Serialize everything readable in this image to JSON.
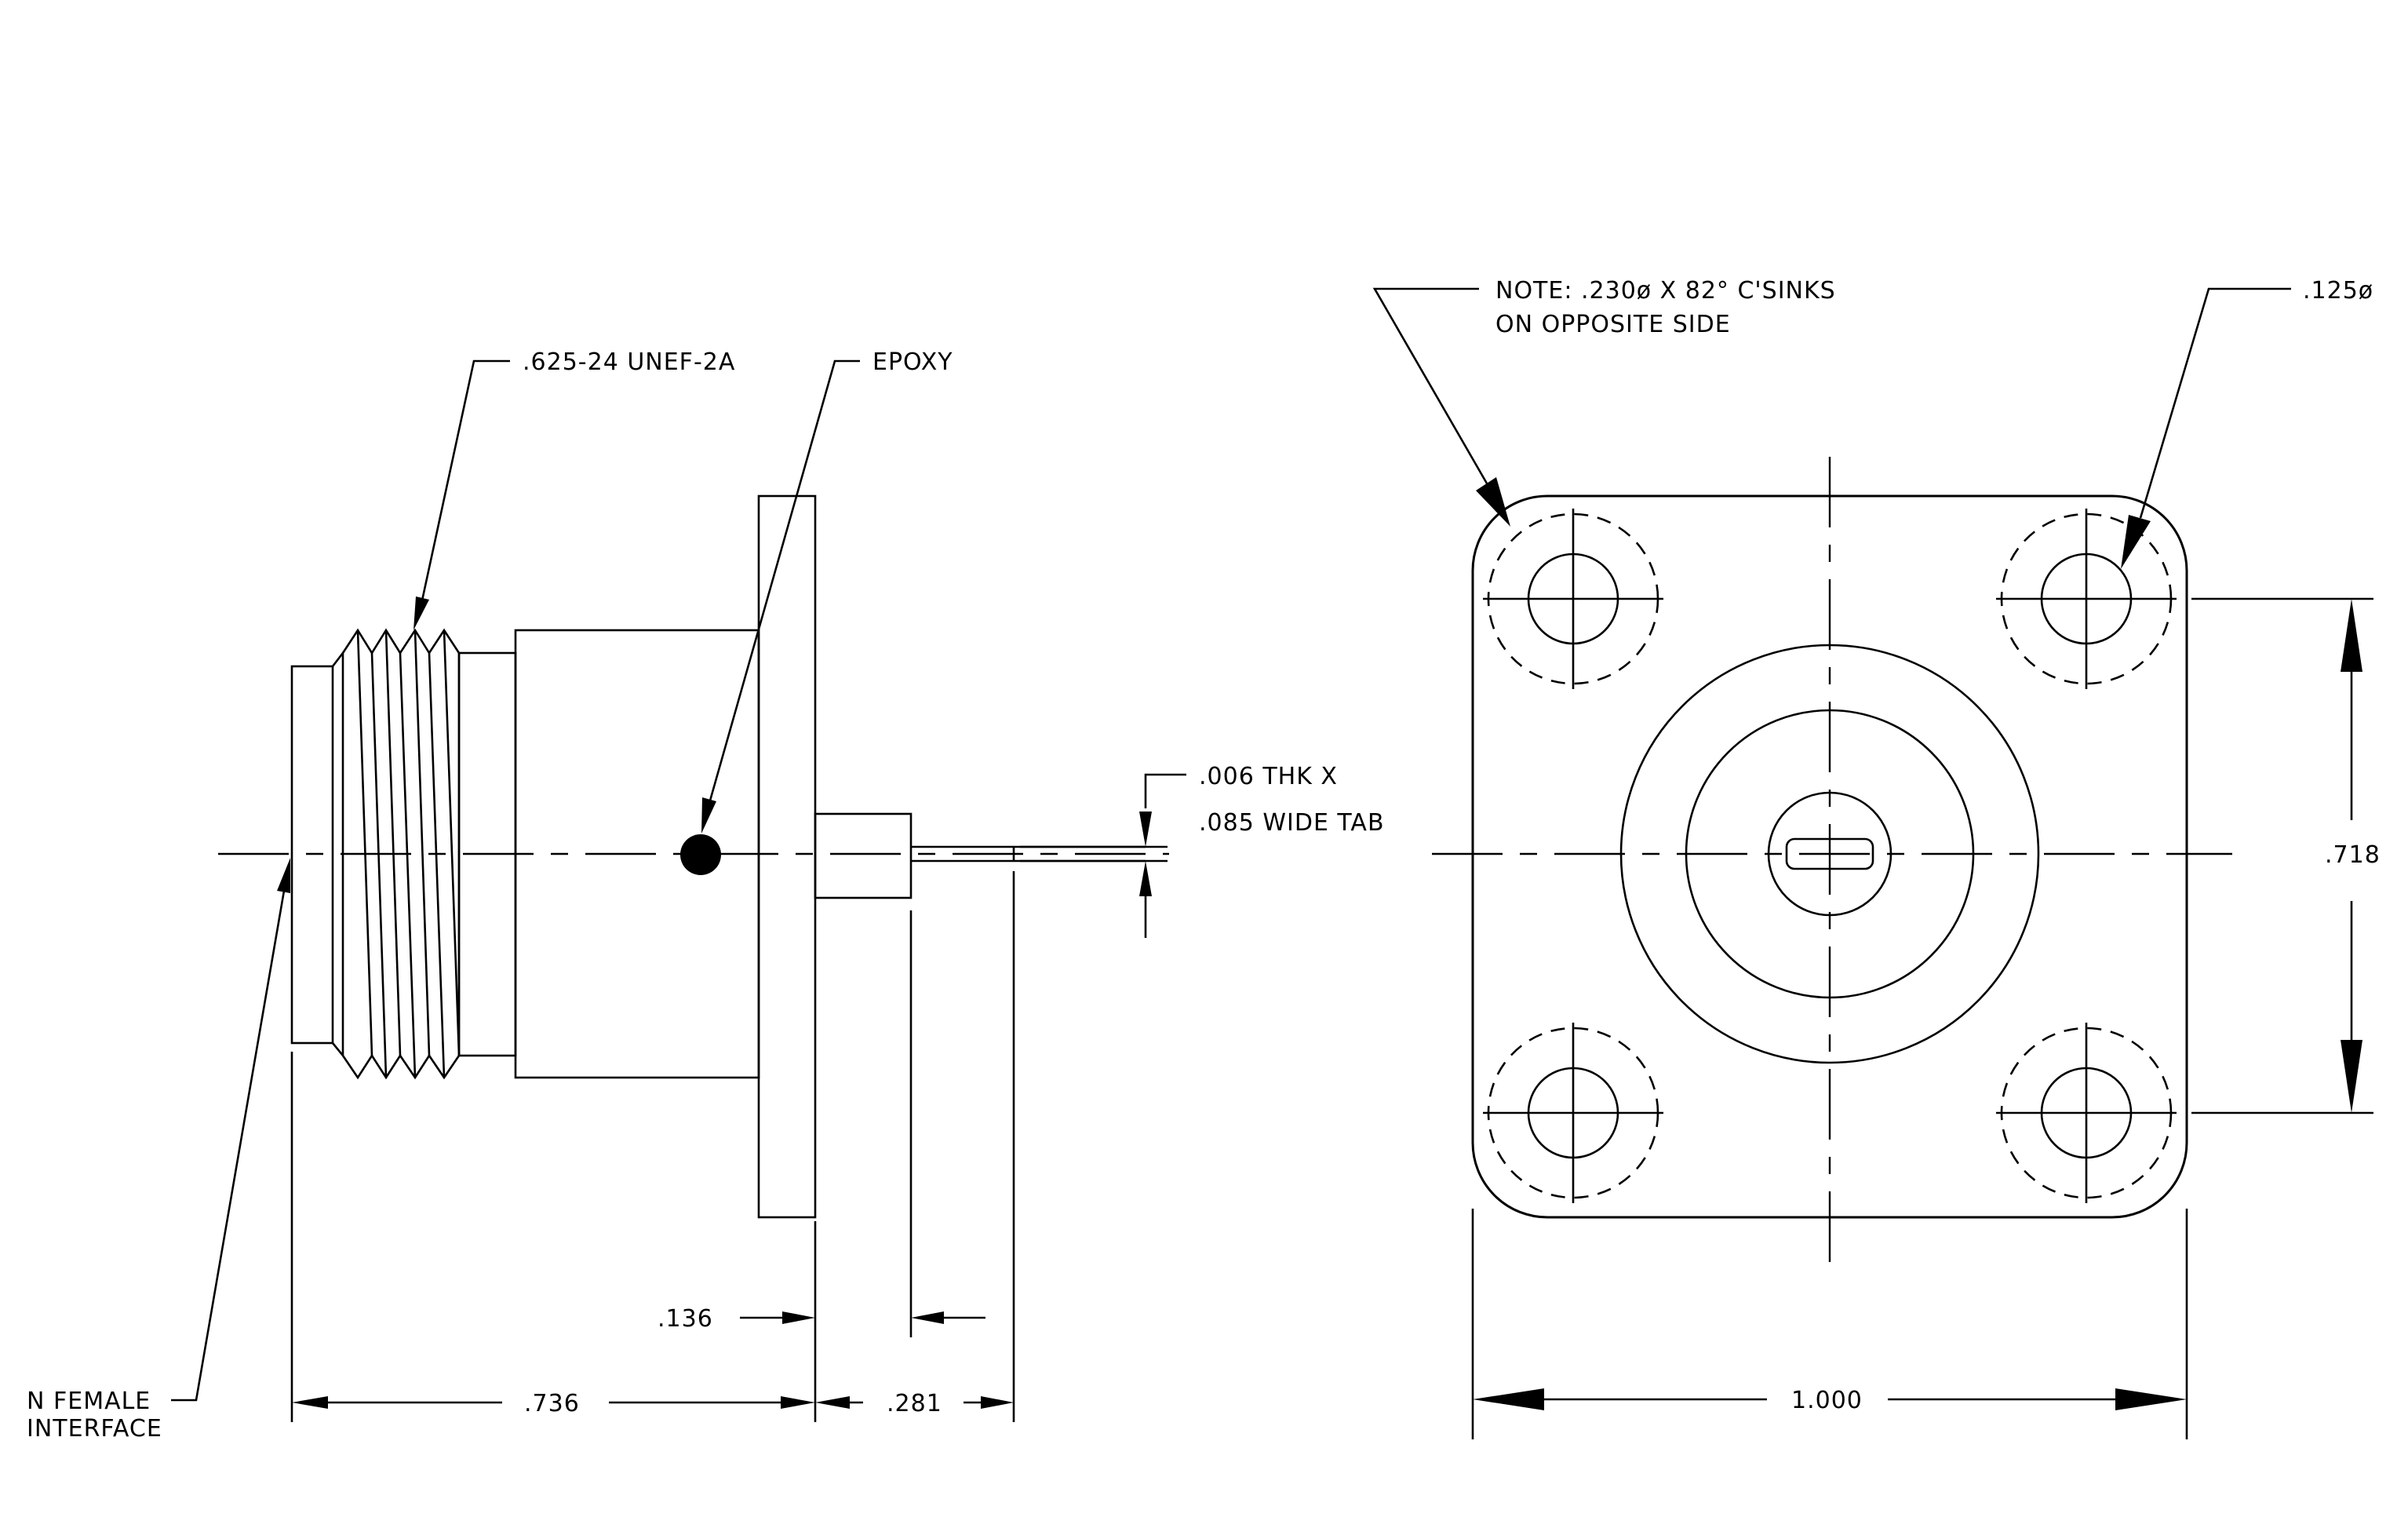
{
  "side_view": {
    "thread_label": ".625-24 UNEF-2A",
    "epoxy_label": "EPOXY",
    "tab_label_1": ".006 THK X",
    "tab_label_2": ".085 WIDE TAB",
    "interface_label_1": "N FEMALE",
    "interface_label_2": "INTERFACE",
    "dim_flange": ".136",
    "dim_overall": ".736",
    "dim_pin": ".281"
  },
  "front_view": {
    "note_line_1": "NOTE: .230ø X 82° C'SINKS",
    "note_line_2": "ON OPPOSITE SIDE",
    "hole_label": ".125ø",
    "dim_hole_spacing": ".718",
    "dim_flange_width": "1.000"
  }
}
